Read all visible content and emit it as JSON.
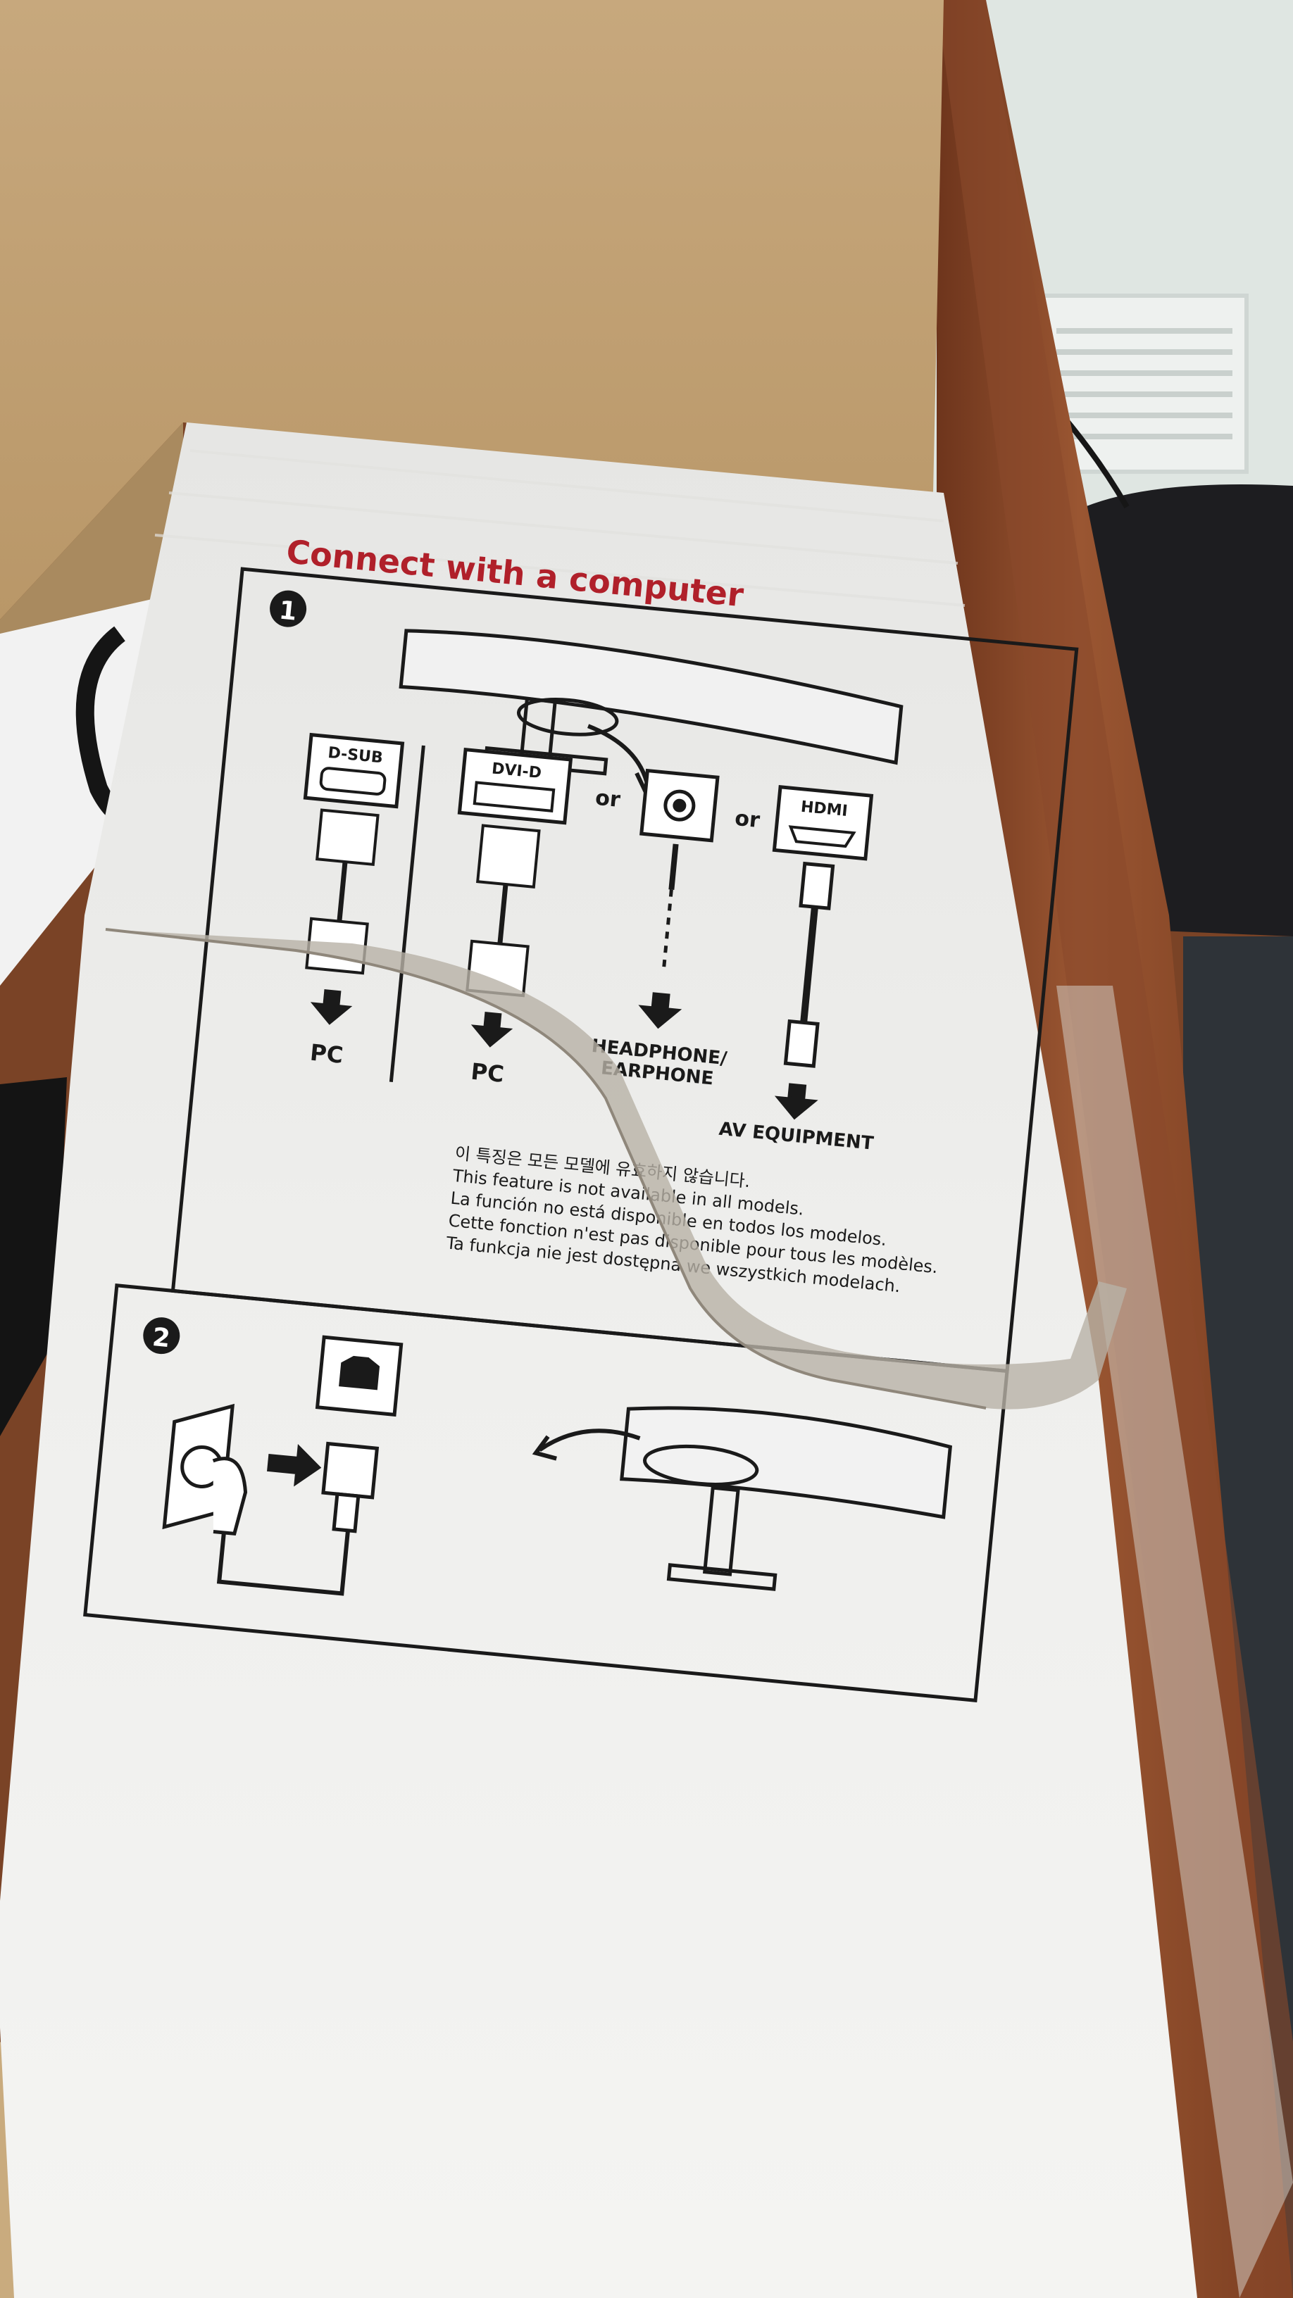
{
  "title": "Connect with a computer",
  "steps": [
    "1",
    "2"
  ],
  "ports": {
    "dsub": "D-SUB",
    "dvid": "DVI-D",
    "hdmi": "HDMI",
    "or1": "or",
    "or2": "or"
  },
  "destinations": {
    "pc1": "PC",
    "pc2": "PC",
    "headphone1": "HEADPHONE/",
    "headphone2": "EARPHONE",
    "av": "AV EQUIPMENT"
  },
  "notice": [
    "이 특징은 모든 모델에 유효하지 않습니다.",
    "This feature is not available in all models.",
    "La función no está disponible en  todos los modelos.",
    "Cette fonction n'est pas disponible pour tous les modèles.",
    "Ta funkcja nie jest dostępna we wszystkich modelach."
  ],
  "colors": {
    "title_red": "#b0202a",
    "cardboard": "#c8a97c",
    "wood": "#8a4a28",
    "paper": "#eeeeee",
    "wall": "#dfe6e2"
  }
}
